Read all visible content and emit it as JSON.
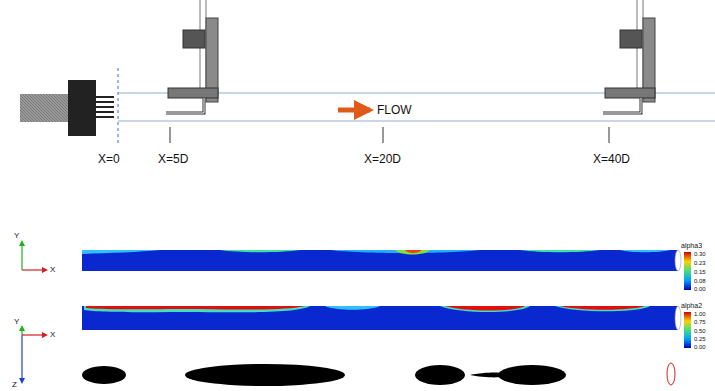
{
  "diagram": {
    "labels": [
      "X=0",
      "X=5D",
      "FLOW",
      "X=20D",
      "X=40D",
      "alpha3",
      "0.30",
      "0.23",
      "0.15",
      "0.08",
      "0.00",
      "alpha2",
      "1.00",
      "0.75",
      "0.50",
      "0.25",
      "0.00",
      "Y",
      "X",
      "Y",
      "X",
      "Z"
    ]
  }
}
